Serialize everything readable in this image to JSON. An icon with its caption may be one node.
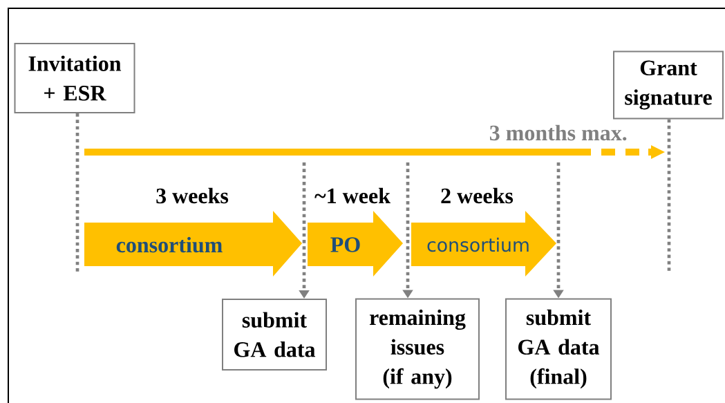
{
  "diagram": {
    "nodes": [
      {
        "text": [
          "Invitation + ESR"
        ]
      },
      {
        "text": [
          "Grant signature"
        ]
      },
      {
        "text": [
          "consortium"
        ],
        "beside": [
          "3 weeks"
        ]
      },
      {
        "text": [
          "PO"
        ],
        "beside": [
          "~1 week"
        ]
      },
      {
        "text": [
          "consortium"
        ],
        "beside": [
          "2 weeks"
        ]
      },
      {
        "text": [
          "submit GA data"
        ]
      },
      {
        "text": [
          "remaining issues (if any)"
        ]
      },
      {
        "text": [
          "submit GA data (final)"
        ]
      }
    ],
    "edges": [
      {
        "from": 0,
        "to": null,
        "arrow": "none",
        "style": "dashed"
      },
      {
        "from": 1,
        "to": null,
        "arrow": "none",
        "style": "dashed"
      },
      {
        "from": null,
        "to": 5,
        "arrow": "to",
        "style": "dashed"
      },
      {
        "from": null,
        "to": 6,
        "arrow": "to",
        "style": "dashed"
      },
      {
        "from": null,
        "to": 7,
        "arrow": "to",
        "style": "dashed"
      }
    ],
    "labels": [
      "3 months max."
    ]
  }
}
